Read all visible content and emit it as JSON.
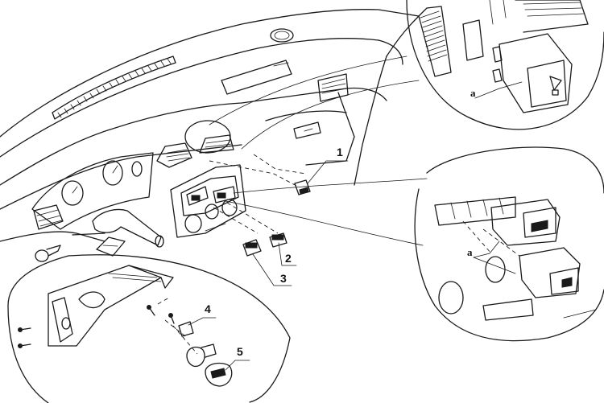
{
  "diagram": {
    "callouts": {
      "c1": "1",
      "c2": "2",
      "c3": "3",
      "c4": "4",
      "c5": "5",
      "a_top": "a",
      "a_right": "a"
    }
  }
}
